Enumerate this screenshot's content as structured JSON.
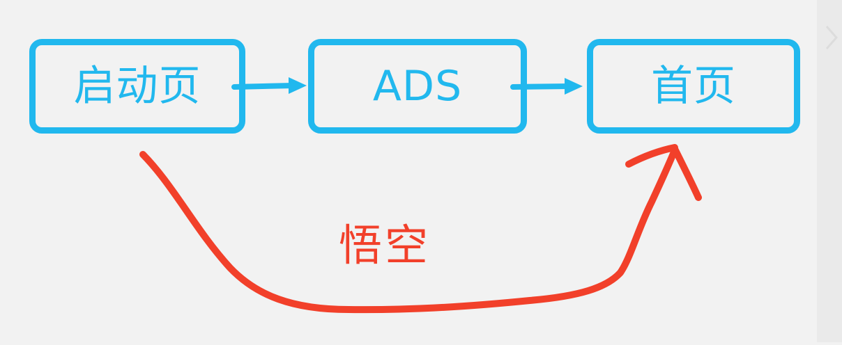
{
  "nodes": [
    {
      "id": "splash",
      "label": "启动页"
    },
    {
      "id": "ads",
      "label": "ADS"
    },
    {
      "id": "home",
      "label": "首页"
    }
  ],
  "edges": [
    {
      "from": "splash",
      "to": "ads"
    },
    {
      "from": "ads",
      "to": "home"
    },
    {
      "from": "splash",
      "to": "home",
      "label": "悟空"
    }
  ],
  "colors": {
    "node_border": "#21b8ee",
    "node_text": "#21b8ee",
    "annotation": "#f2402a",
    "background": "#f2f2f2"
  }
}
